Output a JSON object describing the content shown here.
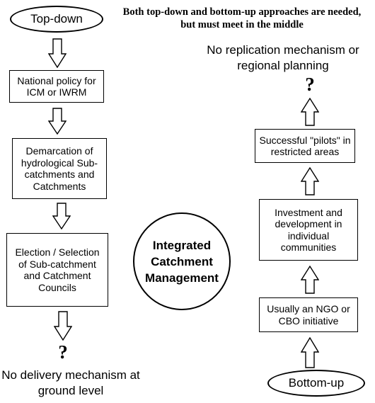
{
  "top_note": "Both top-down and bottom-up approaches are needed, but must meet in the middle",
  "top_down": {
    "label": "Top-down",
    "steps": [
      "National policy for ICM or IWRM",
      "Demarcation of hydrological Sub-catchments and Catchments",
      "Election / Selection of Sub-catchment and Catchment Councils"
    ],
    "question_mark": "?",
    "outcome": "No delivery mechanism at ground level"
  },
  "bottom_up": {
    "label": "Bottom-up",
    "steps": [
      "Usually an NGO or CBO initiative",
      "Investment and development in individual communities",
      "Successful \"pilots\" in restricted areas"
    ],
    "question_mark": "?",
    "outcome": "No replication mechanism or regional planning"
  },
  "center": {
    "label": "Integrated Catchment Management"
  }
}
